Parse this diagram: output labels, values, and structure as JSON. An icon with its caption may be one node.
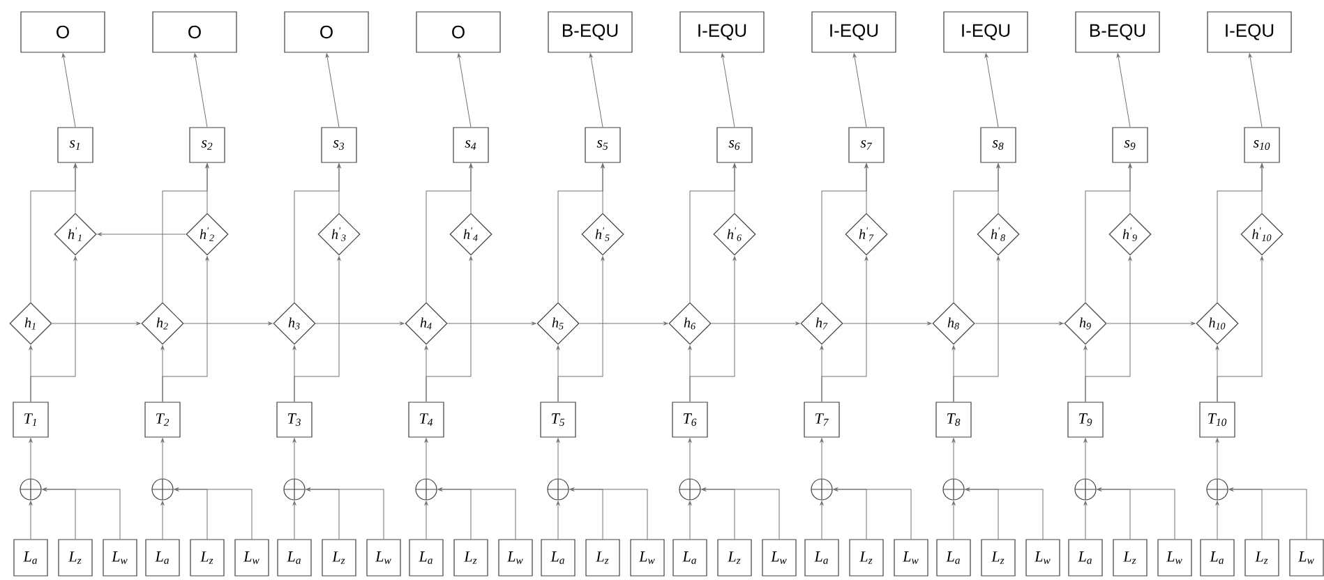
{
  "diagram": {
    "nodes": [
      {
        "text": [
          "O"
        ]
      },
      {
        "text": [
          "O"
        ]
      },
      {
        "text": [
          "O"
        ]
      },
      {
        "text": [
          "O"
        ]
      },
      {
        "text": [
          "B-EQU"
        ]
      },
      {
        "text": [
          "I-EQU"
        ]
      },
      {
        "text": [
          "I-EQU"
        ]
      },
      {
        "text": [
          "I-EQU"
        ]
      },
      {
        "text": [
          "B-EQU"
        ]
      },
      {
        "text": [
          "I-EQU"
        ]
      },
      {
        "text": [
          "s$_{1}$"
        ]
      },
      {
        "text": [
          "s$_{2}$"
        ]
      },
      {
        "text": [
          "s$_{3}$"
        ]
      },
      {
        "text": [
          "s$_{4}$"
        ]
      },
      {
        "text": [
          "s$_{5}$"
        ]
      },
      {
        "text": [
          "s$_{6}$"
        ]
      },
      {
        "text": [
          "s$_{7}$"
        ]
      },
      {
        "text": [
          "s$_{8}$"
        ]
      },
      {
        "text": [
          "s$_{9}$"
        ]
      },
      {
        "text": [
          "s$_{10}$"
        ]
      },
      {
        "text": [
          "h$^{'}$$_{1}$"
        ]
      },
      {
        "text": [
          "h$^{'}$$_{2}$"
        ]
      },
      {
        "text": [
          "h$^{'}$$_{3}$"
        ]
      },
      {
        "text": [
          "h$^{'}$$_{4}$"
        ]
      },
      {
        "text": [
          "h$^{'}$$_{5}$"
        ]
      },
      {
        "text": [
          "h$^{'}$$_{6}$"
        ]
      },
      {
        "text": [
          "h$^{'}$$_{7}$"
        ]
      },
      {
        "text": [
          "h$^{'}$$_{8}$"
        ]
      },
      {
        "text": [
          "h$^{'}$$_{9}$"
        ]
      },
      {
        "text": [
          "h$^{'}$$_{10}$"
        ]
      },
      {
        "text": [
          "h$_{1}$"
        ]
      },
      {
        "text": [
          "h$_{2}$"
        ]
      },
      {
        "text": [
          "h$_{3}$"
        ]
      },
      {
        "text": [
          "h$_{4}$"
        ]
      },
      {
        "text": [
          "h$_{5}$"
        ]
      },
      {
        "text": [
          "h$_{6}$"
        ]
      },
      {
        "text": [
          "h$_{7}$"
        ]
      },
      {
        "text": [
          "h$_{8}$"
        ]
      },
      {
        "text": [
          "h$_{9}$"
        ]
      },
      {
        "text": [
          "h$_{10}$"
        ]
      },
      {
        "text": [
          "T$_{1}$"
        ]
      },
      {
        "text": [
          "T$_{2}$"
        ]
      },
      {
        "text": [
          "T$_{3}$"
        ]
      },
      {
        "text": [
          "T$_{4}$"
        ]
      },
      {
        "text": [
          "T$_{5}$"
        ]
      },
      {
        "text": [
          "T$_{6}$"
        ]
      },
      {
        "text": [
          "T$_{7}$"
        ]
      },
      {
        "text": [
          "T$_{8}$"
        ]
      },
      {
        "text": [
          "T$_{9}$"
        ]
      },
      {
        "text": [
          "T$_{10}$"
        ]
      },
      {
        "text": [],
        "shape": "circle"
      },
      {
        "text": [],
        "shape": "circle"
      },
      {
        "text": [],
        "shape": "circle"
      },
      {
        "text": [],
        "shape": "circle"
      },
      {
        "text": [],
        "shape": "circle"
      },
      {
        "text": [],
        "shape": "circle"
      },
      {
        "text": [],
        "shape": "circle"
      },
      {
        "text": [],
        "shape": "circle"
      },
      {
        "text": [],
        "shape": "circle"
      },
      {
        "text": [],
        "shape": "circle"
      },
      {
        "text": [
          "L$_{a}$"
        ]
      },
      {
        "text": [
          "L$_{z}$"
        ]
      },
      {
        "text": [
          "L$_{w}$"
        ]
      },
      {
        "text": [
          "L$_{a}$"
        ]
      },
      {
        "text": [
          "L$_{z}$"
        ]
      },
      {
        "text": [
          "L$_{w}$"
        ]
      },
      {
        "text": [
          "L$_{a}$"
        ]
      },
      {
        "text": [
          "L$_{z}$"
        ]
      },
      {
        "text": [
          "L$_{w}$"
        ]
      },
      {
        "text": [
          "L$_{a}$"
        ]
      },
      {
        "text": [
          "L$_{z}$"
        ]
      },
      {
        "text": [
          "L$_{w}$"
        ]
      },
      {
        "text": [
          "L$_{a}$"
        ]
      },
      {
        "text": [
          "L$_{z}$"
        ]
      },
      {
        "text": [
          "L$_{w}$"
        ]
      },
      {
        "text": [
          "L$_{a}$"
        ]
      },
      {
        "text": [
          "L$_{z}$"
        ]
      },
      {
        "text": [
          "L$_{w}$"
        ]
      },
      {
        "text": [
          "L$_{a}$"
        ]
      },
      {
        "text": [
          "L$_{z}$"
        ]
      },
      {
        "text": [
          "L$_{w}$"
        ]
      },
      {
        "text": [
          "L$_{a}$"
        ]
      },
      {
        "text": [
          "L$_{z}$"
        ]
      },
      {
        "text": [
          "L$_{w}$"
        ]
      },
      {
        "text": [
          "L$_{a}$"
        ]
      },
      {
        "text": [
          "L$_{z}$"
        ]
      },
      {
        "text": [
          "L$_{w}$"
        ]
      },
      {
        "text": [
          "L$_{a}$"
        ]
      },
      {
        "text": [
          "L$_{z}$"
        ]
      },
      {
        "text": [
          "L$_{w}$"
        ]
      }
    ],
    "edges": [
      {
        "from": 60,
        "to": 50,
        "arrow": "to"
      },
      {
        "from": 61,
        "to": 50,
        "arrow": "to"
      },
      {
        "from": 62,
        "to": 50,
        "arrow": "to"
      },
      {
        "from": 50,
        "to": 40,
        "arrow": "to"
      },
      {
        "from": 40,
        "to": 30,
        "arrow": "to"
      },
      {
        "from": 40,
        "to": 20,
        "arrow": "to"
      },
      {
        "from": 30,
        "to": 10,
        "arrow": "to"
      },
      {
        "from": 20,
        "to": 10,
        "arrow": "to"
      },
      {
        "from": 10,
        "to": 0,
        "arrow": "to"
      },
      {
        "from": 30,
        "to": 31,
        "arrow": "to"
      },
      {
        "from": 63,
        "to": 51,
        "arrow": "to"
      },
      {
        "from": 64,
        "to": 51,
        "arrow": "to"
      },
      {
        "from": 65,
        "to": 51,
        "arrow": "to"
      },
      {
        "from": 51,
        "to": 41,
        "arrow": "to"
      },
      {
        "from": 41,
        "to": 31,
        "arrow": "to"
      },
      {
        "from": 41,
        "to": 21,
        "arrow": "to"
      },
      {
        "from": 31,
        "to": 11,
        "arrow": "to"
      },
      {
        "from": 21,
        "to": 11,
        "arrow": "to"
      },
      {
        "from": 11,
        "to": 1,
        "arrow": "to"
      },
      {
        "from": 31,
        "to": 32,
        "arrow": "to"
      },
      {
        "from": 21,
        "to": 20,
        "arrow": "to"
      },
      {
        "from": 66,
        "to": 52,
        "arrow": "to"
      },
      {
        "from": 67,
        "to": 52,
        "arrow": "to"
      },
      {
        "from": 68,
        "to": 52,
        "arrow": "to"
      },
      {
        "from": 52,
        "to": 42,
        "arrow": "to"
      },
      {
        "from": 42,
        "to": 32,
        "arrow": "to"
      },
      {
        "from": 42,
        "to": 22,
        "arrow": "to"
      },
      {
        "from": 32,
        "to": 12,
        "arrow": "to"
      },
      {
        "from": 22,
        "to": 12,
        "arrow": "to"
      },
      {
        "from": 12,
        "to": 2,
        "arrow": "to"
      },
      {
        "from": 32,
        "to": 33,
        "arrow": "to"
      },
      {
        "from": 69,
        "to": 53,
        "arrow": "to"
      },
      {
        "from": 70,
        "to": 53,
        "arrow": "to"
      },
      {
        "from": 71,
        "to": 53,
        "arrow": "to"
      },
      {
        "from": 53,
        "to": 43,
        "arrow": "to"
      },
      {
        "from": 43,
        "to": 33,
        "arrow": "to"
      },
      {
        "from": 43,
        "to": 23,
        "arrow": "to"
      },
      {
        "from": 33,
        "to": 13,
        "arrow": "to"
      },
      {
        "from": 23,
        "to": 13,
        "arrow": "to"
      },
      {
        "from": 13,
        "to": 3,
        "arrow": "to"
      },
      {
        "from": 33,
        "to": 34,
        "arrow": "to"
      },
      {
        "from": 72,
        "to": 54,
        "arrow": "to"
      },
      {
        "from": 73,
        "to": 54,
        "arrow": "to"
      },
      {
        "from": 74,
        "to": 54,
        "arrow": "to"
      },
      {
        "from": 54,
        "to": 44,
        "arrow": "to"
      },
      {
        "from": 44,
        "to": 34,
        "arrow": "to"
      },
      {
        "from": 44,
        "to": 24,
        "arrow": "to"
      },
      {
        "from": 34,
        "to": 14,
        "arrow": "to"
      },
      {
        "from": 24,
        "to": 14,
        "arrow": "to"
      },
      {
        "from": 14,
        "to": 4,
        "arrow": "to"
      },
      {
        "from": 34,
        "to": 35,
        "arrow": "to"
      },
      {
        "from": 75,
        "to": 55,
        "arrow": "to"
      },
      {
        "from": 76,
        "to": 55,
        "arrow": "to"
      },
      {
        "from": 77,
        "to": 55,
        "arrow": "to"
      },
      {
        "from": 55,
        "to": 45,
        "arrow": "to"
      },
      {
        "from": 45,
        "to": 35,
        "arrow": "to"
      },
      {
        "from": 45,
        "to": 25,
        "arrow": "to"
      },
      {
        "from": 35,
        "to": 15,
        "arrow": "to"
      },
      {
        "from": 25,
        "to": 15,
        "arrow": "to"
      },
      {
        "from": 15,
        "to": 5,
        "arrow": "to"
      },
      {
        "from": 35,
        "to": 36,
        "arrow": "to"
      },
      {
        "from": 78,
        "to": 56,
        "arrow": "to"
      },
      {
        "from": 79,
        "to": 56,
        "arrow": "to"
      },
      {
        "from": 80,
        "to": 56,
        "arrow": "to"
      },
      {
        "from": 56,
        "to": 46,
        "arrow": "to"
      },
      {
        "from": 46,
        "to": 36,
        "arrow": "to"
      },
      {
        "from": 46,
        "to": 26,
        "arrow": "to"
      },
      {
        "from": 36,
        "to": 16,
        "arrow": "to"
      },
      {
        "from": 26,
        "to": 16,
        "arrow": "to"
      },
      {
        "from": 16,
        "to": 6,
        "arrow": "to"
      },
      {
        "from": 36,
        "to": 37,
        "arrow": "to"
      },
      {
        "from": 81,
        "to": 57,
        "arrow": "to"
      },
      {
        "from": 82,
        "to": 57,
        "arrow": "to"
      },
      {
        "from": 83,
        "to": 57,
        "arrow": "to"
      },
      {
        "from": 57,
        "to": 47,
        "arrow": "to"
      },
      {
        "from": 47,
        "to": 37,
        "arrow": "to"
      },
      {
        "from": 47,
        "to": 27,
        "arrow": "to"
      },
      {
        "from": 37,
        "to": 17,
        "arrow": "to"
      },
      {
        "from": 27,
        "to": 17,
        "arrow": "to"
      },
      {
        "from": 17,
        "to": 7,
        "arrow": "to"
      },
      {
        "from": 37,
        "to": 38,
        "arrow": "to"
      },
      {
        "from": 84,
        "to": 58,
        "arrow": "to"
      },
      {
        "from": 85,
        "to": 58,
        "arrow": "to"
      },
      {
        "from": 86,
        "to": 58,
        "arrow": "to"
      },
      {
        "from": 58,
        "to": 48,
        "arrow": "to"
      },
      {
        "from": 48,
        "to": 38,
        "arrow": "to"
      },
      {
        "from": 48,
        "to": 28,
        "arrow": "to"
      },
      {
        "from": 38,
        "to": 18,
        "arrow": "to"
      },
      {
        "from": 28,
        "to": 18,
        "arrow": "to"
      },
      {
        "from": 18,
        "to": 8,
        "arrow": "to"
      },
      {
        "from": 38,
        "to": 39,
        "arrow": "to"
      },
      {
        "from": 87,
        "to": 59,
        "arrow": "to"
      },
      {
        "from": 88,
        "to": 59,
        "arrow": "to"
      },
      {
        "from": 89,
        "to": 59,
        "arrow": "to"
      },
      {
        "from": 59,
        "to": 49,
        "arrow": "to"
      },
      {
        "from": 49,
        "to": 39,
        "arrow": "to"
      },
      {
        "from": 49,
        "to": 29,
        "arrow": "to"
      },
      {
        "from": 39,
        "to": 19,
        "arrow": "to"
      },
      {
        "from": 29,
        "to": 19,
        "arrow": "to"
      },
      {
        "from": 19,
        "to": 9,
        "arrow": "to"
      }
    ]
  }
}
